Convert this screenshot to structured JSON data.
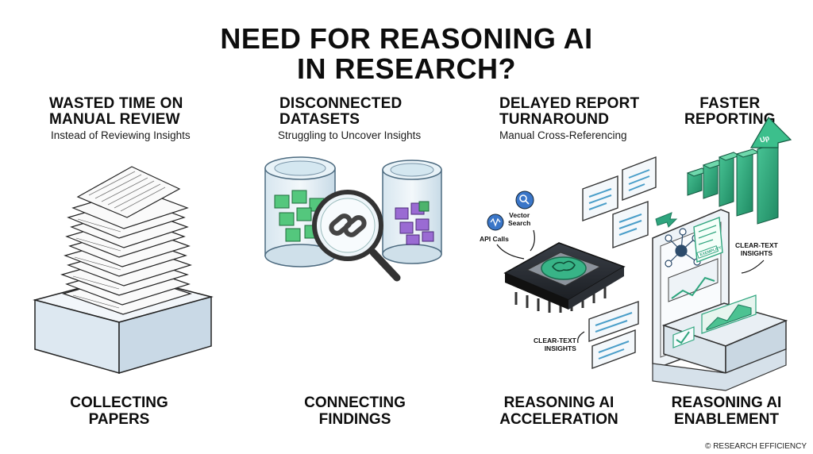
{
  "title": {
    "line1": "NEED FOR REASONING AI",
    "line2": "IN RESEARCH?"
  },
  "columns": [
    {
      "heading1": "WASTED TIME ON",
      "heading2": "MANUAL REVIEW",
      "subtitle": "Instead of Reviewing Insights",
      "footer1": "COLLECTING",
      "footer2": "PAPERS"
    },
    {
      "heading1": "DISCONNECTED",
      "heading2": "DATASETS",
      "subtitle": "Struggling to Uncover Insights",
      "footer1": "CONNECTING",
      "footer2": "FINDINGS"
    },
    {
      "heading1": "DELAYED REPORT",
      "heading2": "TURNAROUND",
      "subtitle": "Manual Cross-Referencing",
      "footer1": "REASONING AI",
      "footer2": "ACCELERATION"
    },
    {
      "heading1": "FASTER",
      "heading2": "REPORTING",
      "subtitle": "",
      "footer1": "REASONING AI",
      "footer2": "ENABLEMENT"
    }
  ],
  "labels": {
    "vector_search_1": "Vector",
    "vector_search_2": "Search",
    "api_calls": "API Calls",
    "clear_text_1a": "CLEAR-TEXT",
    "clear_text_1b": "INSIGHTS",
    "clear_text_2a": "CLEAR-TEXT",
    "clear_text_2b": "INSIGHTS",
    "up_arrow": "Up",
    "sample_tag": "EXEMPLIFY"
  },
  "credit": "© RESEARCH EFFICIENCY",
  "colors": {
    "teal": "#2fa57e",
    "teal_dark": "#1d7a5c",
    "glass": "#e3eef5",
    "glass_edge": "#9db8c9",
    "purple": "#8b5fc7",
    "ink": "#111111"
  }
}
